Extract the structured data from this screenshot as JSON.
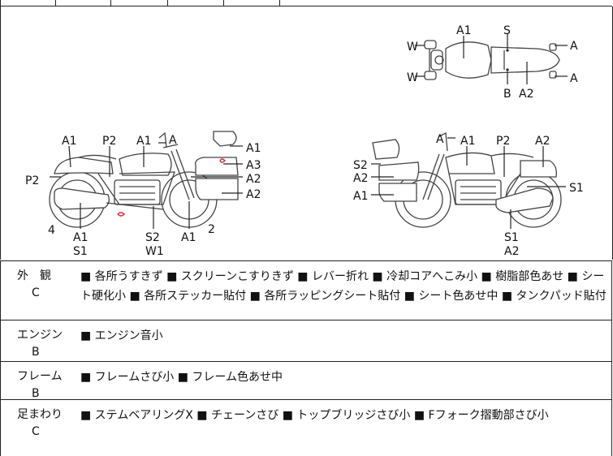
{
  "top_view": {
    "labels": [
      "W",
      "W",
      "A1",
      "S",
      "A",
      "A",
      "B",
      "A2"
    ]
  },
  "left_bike": {
    "labels": [
      "A1",
      "P2",
      "A1",
      "A",
      "A1",
      "A3",
      "A2",
      "A2",
      "P2",
      "4",
      "A1",
      "S1",
      "S2",
      "W1",
      "A1",
      "2"
    ]
  },
  "right_bike": {
    "labels": [
      "A",
      "A1",
      "P2",
      "A2",
      "S2",
      "A2",
      "A1",
      "S1",
      "S1",
      "A2"
    ]
  },
  "rows": [
    {
      "category": "外　観",
      "grade": "C",
      "items": "■ 各所うすきず ■ スクリーンこすりきず ■ レバー折れ ■ 冷却コアへこみ小 ■ 樹脂部色あせ ■ シート硬化小 ■ 各所ステッカー貼付 ■ 各所ラッピングシート貼付 ■ シート色あせ中 ■ タンクパッド貼付"
    },
    {
      "category": "エンジン",
      "grade": "B",
      "items": "■ エンジン音小"
    },
    {
      "category": "フレーム",
      "grade": "B",
      "items": "■ フレームさび小 ■ フレーム色あせ中"
    },
    {
      "category": "足まわり",
      "grade": "C",
      "items": "■ ステムベアリングX ■ チェーンさび ■ トップブリッジさび小 ■ Fフォーク摺動部さび小"
    }
  ]
}
